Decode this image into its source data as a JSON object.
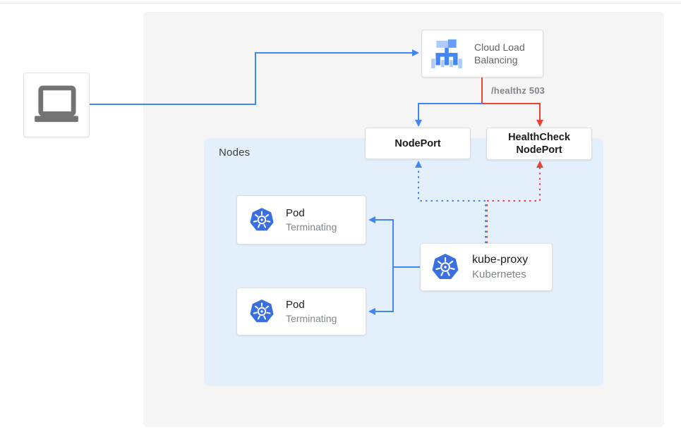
{
  "colors": {
    "blue": "#4285f4",
    "red": "#ea4335",
    "panel_bg": "#f5f5f5",
    "nodes_bg": "#e3effb",
    "card_border": "#dcdfe3",
    "text_dark": "#202124",
    "text_gray": "#5f6368",
    "text_light_gray": "#80868b",
    "laptop_gray": "#737373",
    "k8s_blue": "#3a6fe0",
    "lb_icon_light": "#aecbfa",
    "lb_icon_mid": "#669df6",
    "lb_icon_strong": "#4285f4"
  },
  "icons": {
    "client": "laptop-icon",
    "load_balancer": "load-balancer-icon",
    "pod": "kubernetes-icon",
    "kube_proxy": "kubernetes-icon"
  },
  "cards": {
    "cloud_load_balancing": {
      "line1": "Cloud Load",
      "line2": "Balancing"
    },
    "nodeport": {
      "label": "NodePort"
    },
    "healthcheck_nodeport": {
      "line1": "HealthCheck",
      "line2": "NodePort"
    },
    "nodes_group": {
      "label": "Nodes"
    },
    "pods": [
      {
        "title": "Pod",
        "subtitle": "Terminating"
      },
      {
        "title": "Pod",
        "subtitle": "Terminating"
      }
    ],
    "kube_proxy": {
      "title": "kube-proxy",
      "subtitle": "Kubernetes"
    }
  },
  "edges": {
    "healthz_label": "/healthz 503"
  }
}
